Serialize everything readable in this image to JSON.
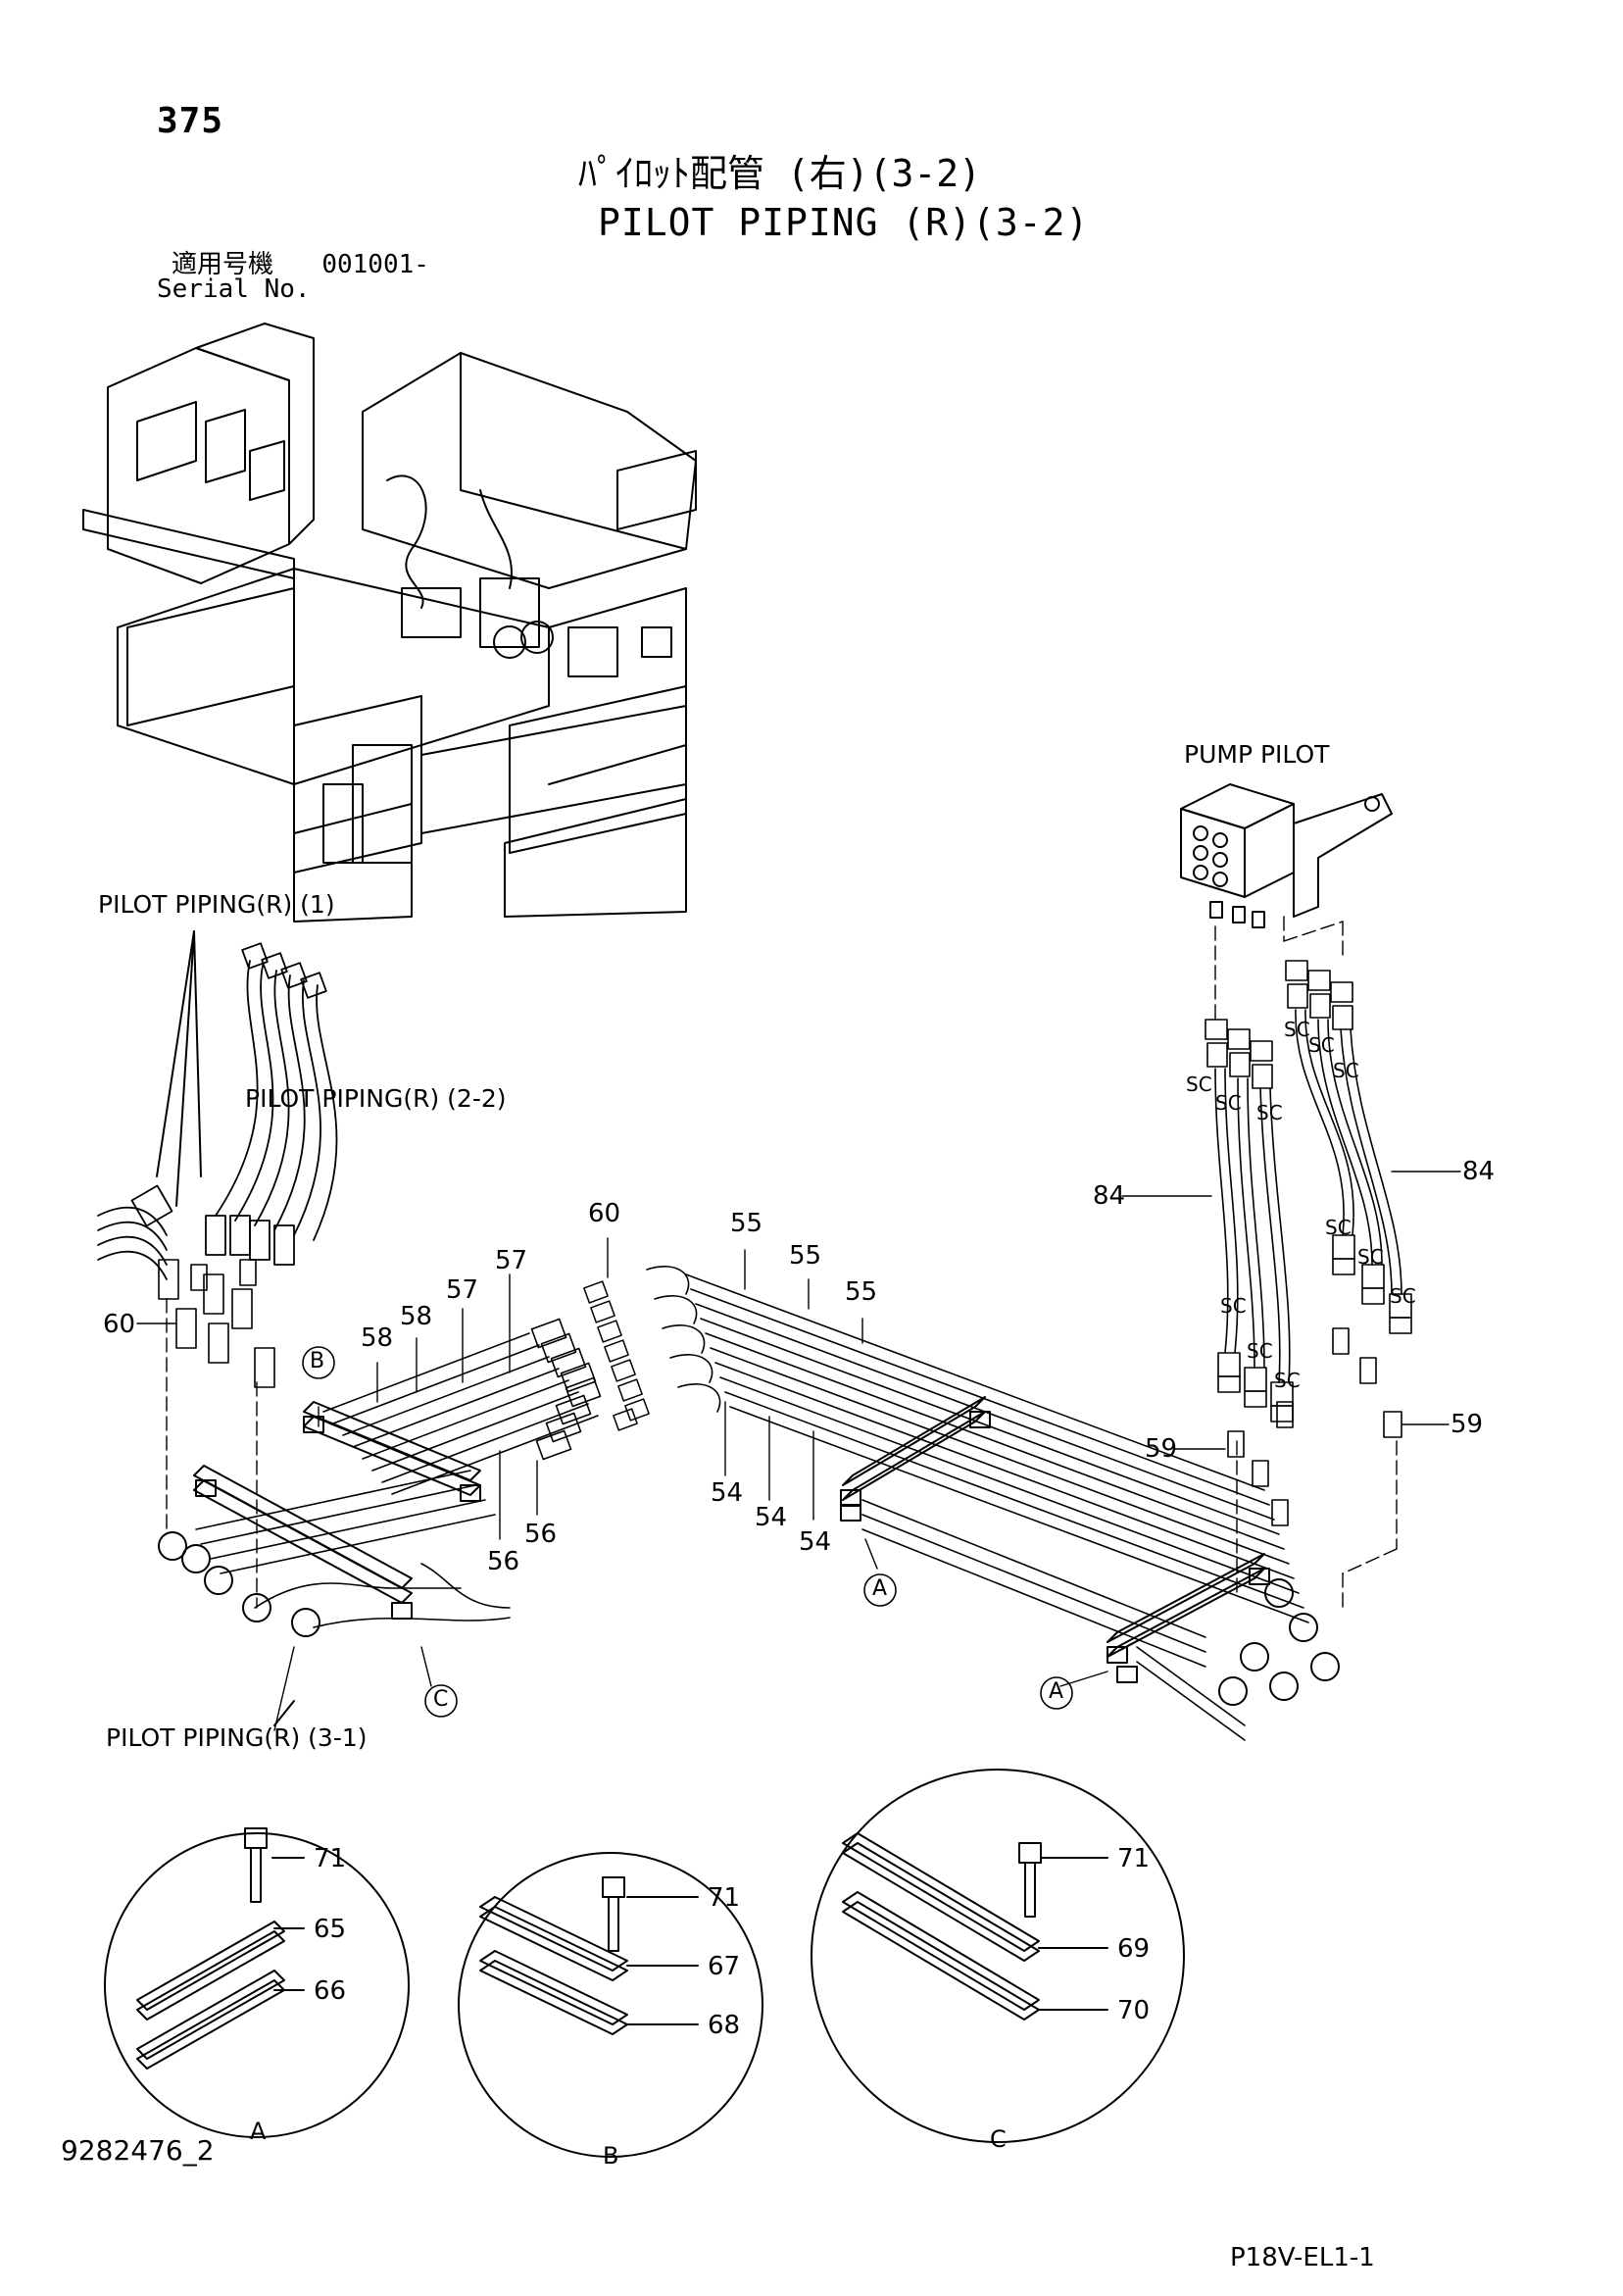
{
  "header": {
    "page_number": "375",
    "title_jp": "ﾊﾟｲﾛｯﾄ配管 (右)(3-2)",
    "title_en": "PILOT PIPING (R)(3-2)",
    "serial_label_jp": "適用号機",
    "serial_value": "001001-",
    "serial_label_en": "Serial No."
  },
  "callouts": {
    "pump_pilot": "PUMP PILOT",
    "pilot_piping_r_1": "PILOT PIPING(R) (1)",
    "pilot_piping_r_2_2": "PILOT PIPING(R) (2-2)",
    "pilot_piping_r_3_1": "PILOT PIPING(R) (3-1)"
  },
  "part_numbers": {
    "p54": "54",
    "p55": "55",
    "p56": "56",
    "p57": "57",
    "p58": "58",
    "p59": "59",
    "p60": "60",
    "p65": "65",
    "p66": "66",
    "p67": "67",
    "p68": "68",
    "p69": "69",
    "p70": "70",
    "p71": "71",
    "p84": "84"
  },
  "markers": {
    "a": "A",
    "b": "B",
    "c": "C",
    "sc": "SC"
  },
  "footer": {
    "drawing_id": "9282476_2",
    "sheet_code": "P18V-EL1-1"
  }
}
